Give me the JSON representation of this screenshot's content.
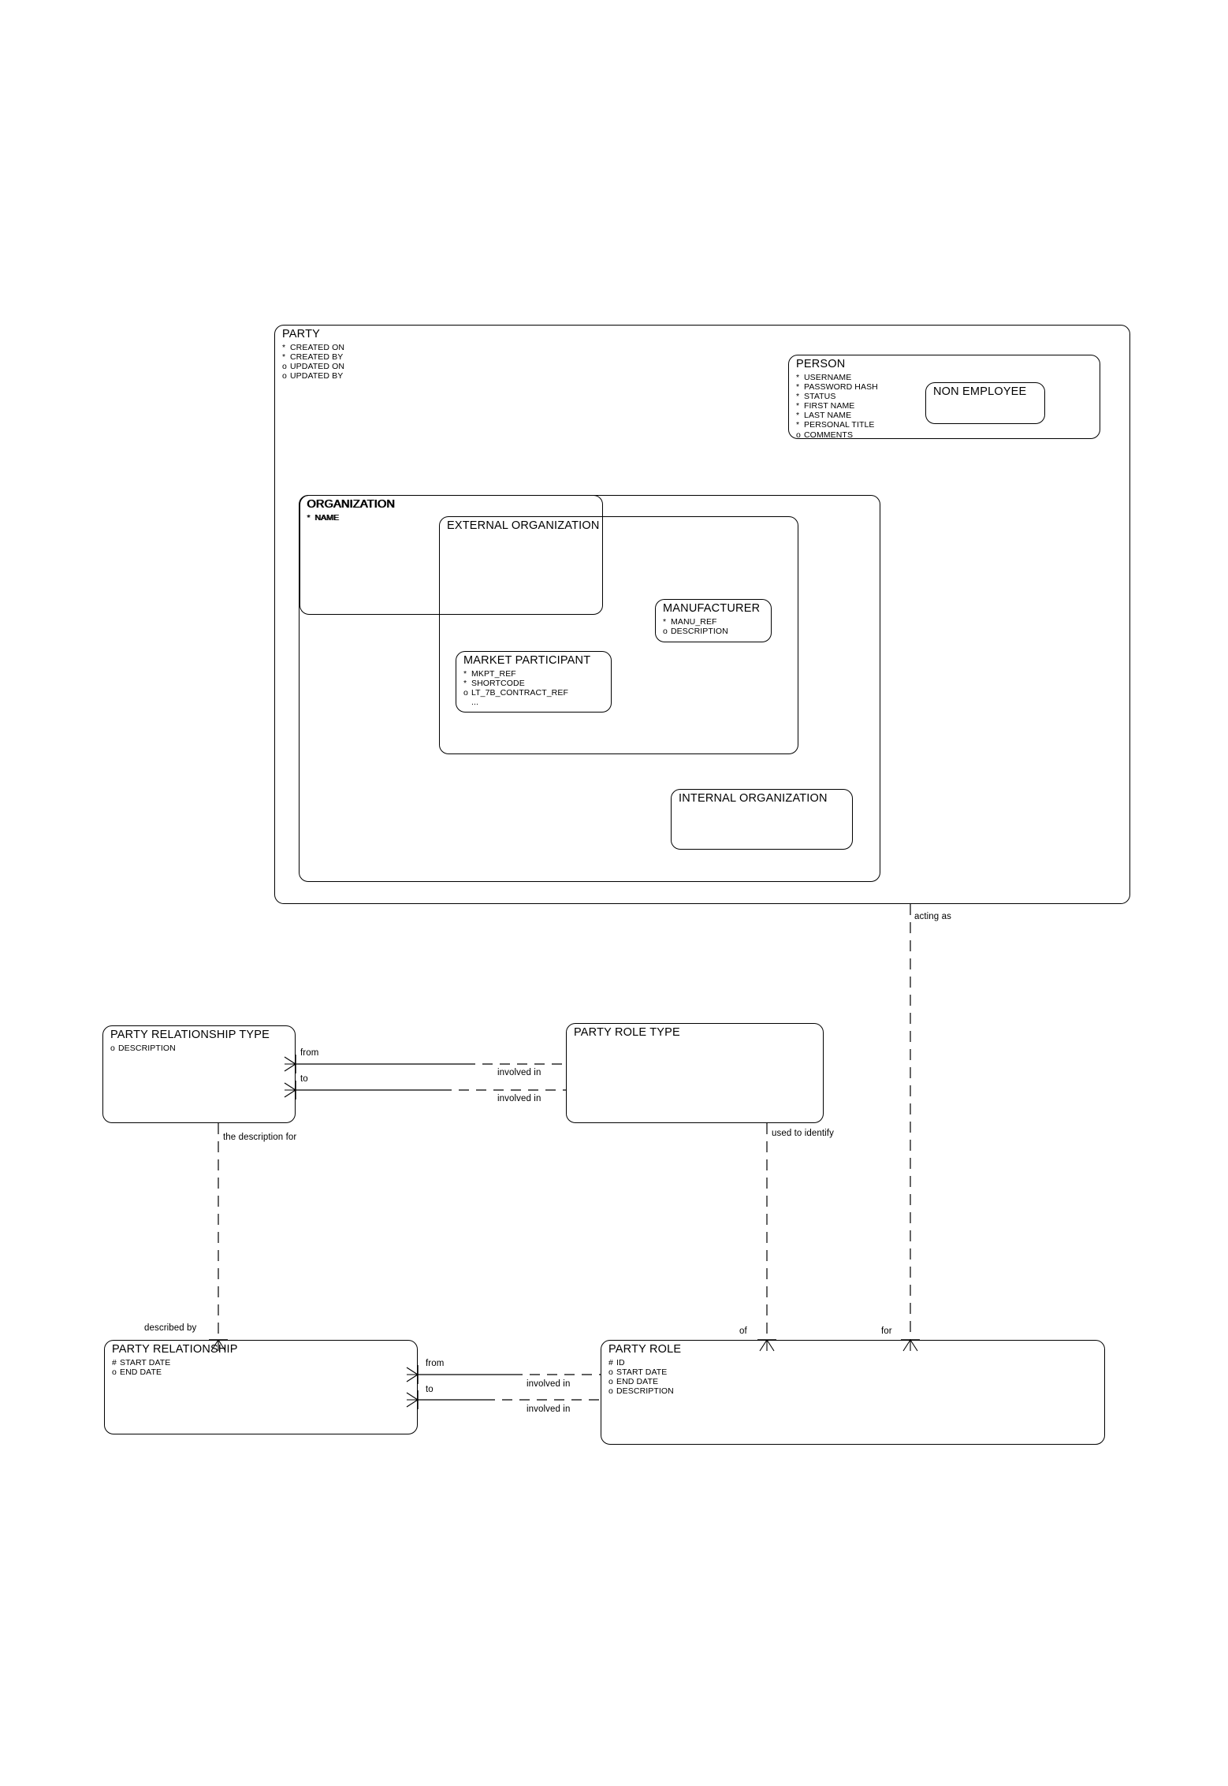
{
  "diagram": {
    "notation": "barker-er",
    "title": "PARTY",
    "entities": [
      {
        "id": "party",
        "name": "PARTY",
        "attributes": [
          {
            "marker": "*",
            "label": "CREATED ON"
          },
          {
            "marker": "*",
            "label": "CREATED BY"
          },
          {
            "marker": "o",
            "label": "UPDATED ON"
          },
          {
            "marker": "o",
            "label": "UPDATED BY"
          }
        ]
      },
      {
        "id": "person",
        "name": "PERSON",
        "attributes": [
          {
            "marker": "*",
            "label": "USERNAME"
          },
          {
            "marker": "*",
            "label": "PASSWORD HASH"
          },
          {
            "marker": "*",
            "label": "STATUS"
          },
          {
            "marker": "*",
            "label": "FIRST NAME"
          },
          {
            "marker": "*",
            "label": "LAST NAME"
          },
          {
            "marker": "*",
            "label": "PERSONAL TITLE"
          },
          {
            "marker": "o",
            "label": "COMMENTS"
          }
        ]
      },
      {
        "id": "non-employee",
        "name": "NON EMPLOYEE",
        "attributes": []
      },
      {
        "id": "organization",
        "name": "ORGANIZATION",
        "attributes": [
          {
            "marker": "*",
            "label": "NAME"
          }
        ]
      },
      {
        "id": "external-organization",
        "name": "EXTERNAL ORGANIZATION",
        "attributes": []
      },
      {
        "id": "manufacturer",
        "name": "MANUFACTURER",
        "attributes": [
          {
            "marker": "*",
            "label": "MANU_REF"
          },
          {
            "marker": "o",
            "label": "DESCRIPTION"
          }
        ]
      },
      {
        "id": "market-participant",
        "name": "MARKET PARTICIPANT",
        "attributes": [
          {
            "marker": "*",
            "label": "MKPT_REF"
          },
          {
            "marker": "*",
            "label": "SHORTCODE"
          },
          {
            "marker": "o",
            "label": "LT_7B_CONTRACT_REF"
          },
          {
            "marker": "",
            "label": "..."
          }
        ]
      },
      {
        "id": "internal-organization",
        "name": "INTERNAL ORGANIZATION",
        "attributes": []
      },
      {
        "id": "party-relationship-type",
        "name": "PARTY RELATIONSHIP TYPE",
        "attributes": [
          {
            "marker": "o",
            "label": "DESCRIPTION"
          }
        ]
      },
      {
        "id": "party-role-type",
        "name": "PARTY ROLE TYPE",
        "attributes": []
      },
      {
        "id": "party-relationship",
        "name": "PARTY RELATIONSHIP",
        "attributes": [
          {
            "marker": "#",
            "label": "START DATE"
          },
          {
            "marker": "o",
            "label": "END DATE"
          }
        ]
      },
      {
        "id": "party-role",
        "name": "PARTY ROLE",
        "attributes": [
          {
            "marker": "#",
            "label": "ID"
          },
          {
            "marker": "o",
            "label": "START DATE"
          },
          {
            "marker": "o",
            "label": "END DATE"
          },
          {
            "marker": "o",
            "label": "DESCRIPTION"
          }
        ]
      }
    ],
    "relationship_labels": {
      "acting_as": "acting as",
      "prt_from": "from",
      "prt_to": "to",
      "prt_involved_in_1": "involved in",
      "prt_involved_in_2": "involved in",
      "the_description_for": "the description for",
      "used_to_identify": "used to identify",
      "described_by": "described by",
      "pr_from": "from",
      "pr_to": "to",
      "pr_involved_in_1": "involved in",
      "pr_involved_in_2": "involved in",
      "of": "of",
      "for": "for"
    },
    "colors": {
      "stroke": "#000000",
      "background": "#ffffff"
    }
  }
}
